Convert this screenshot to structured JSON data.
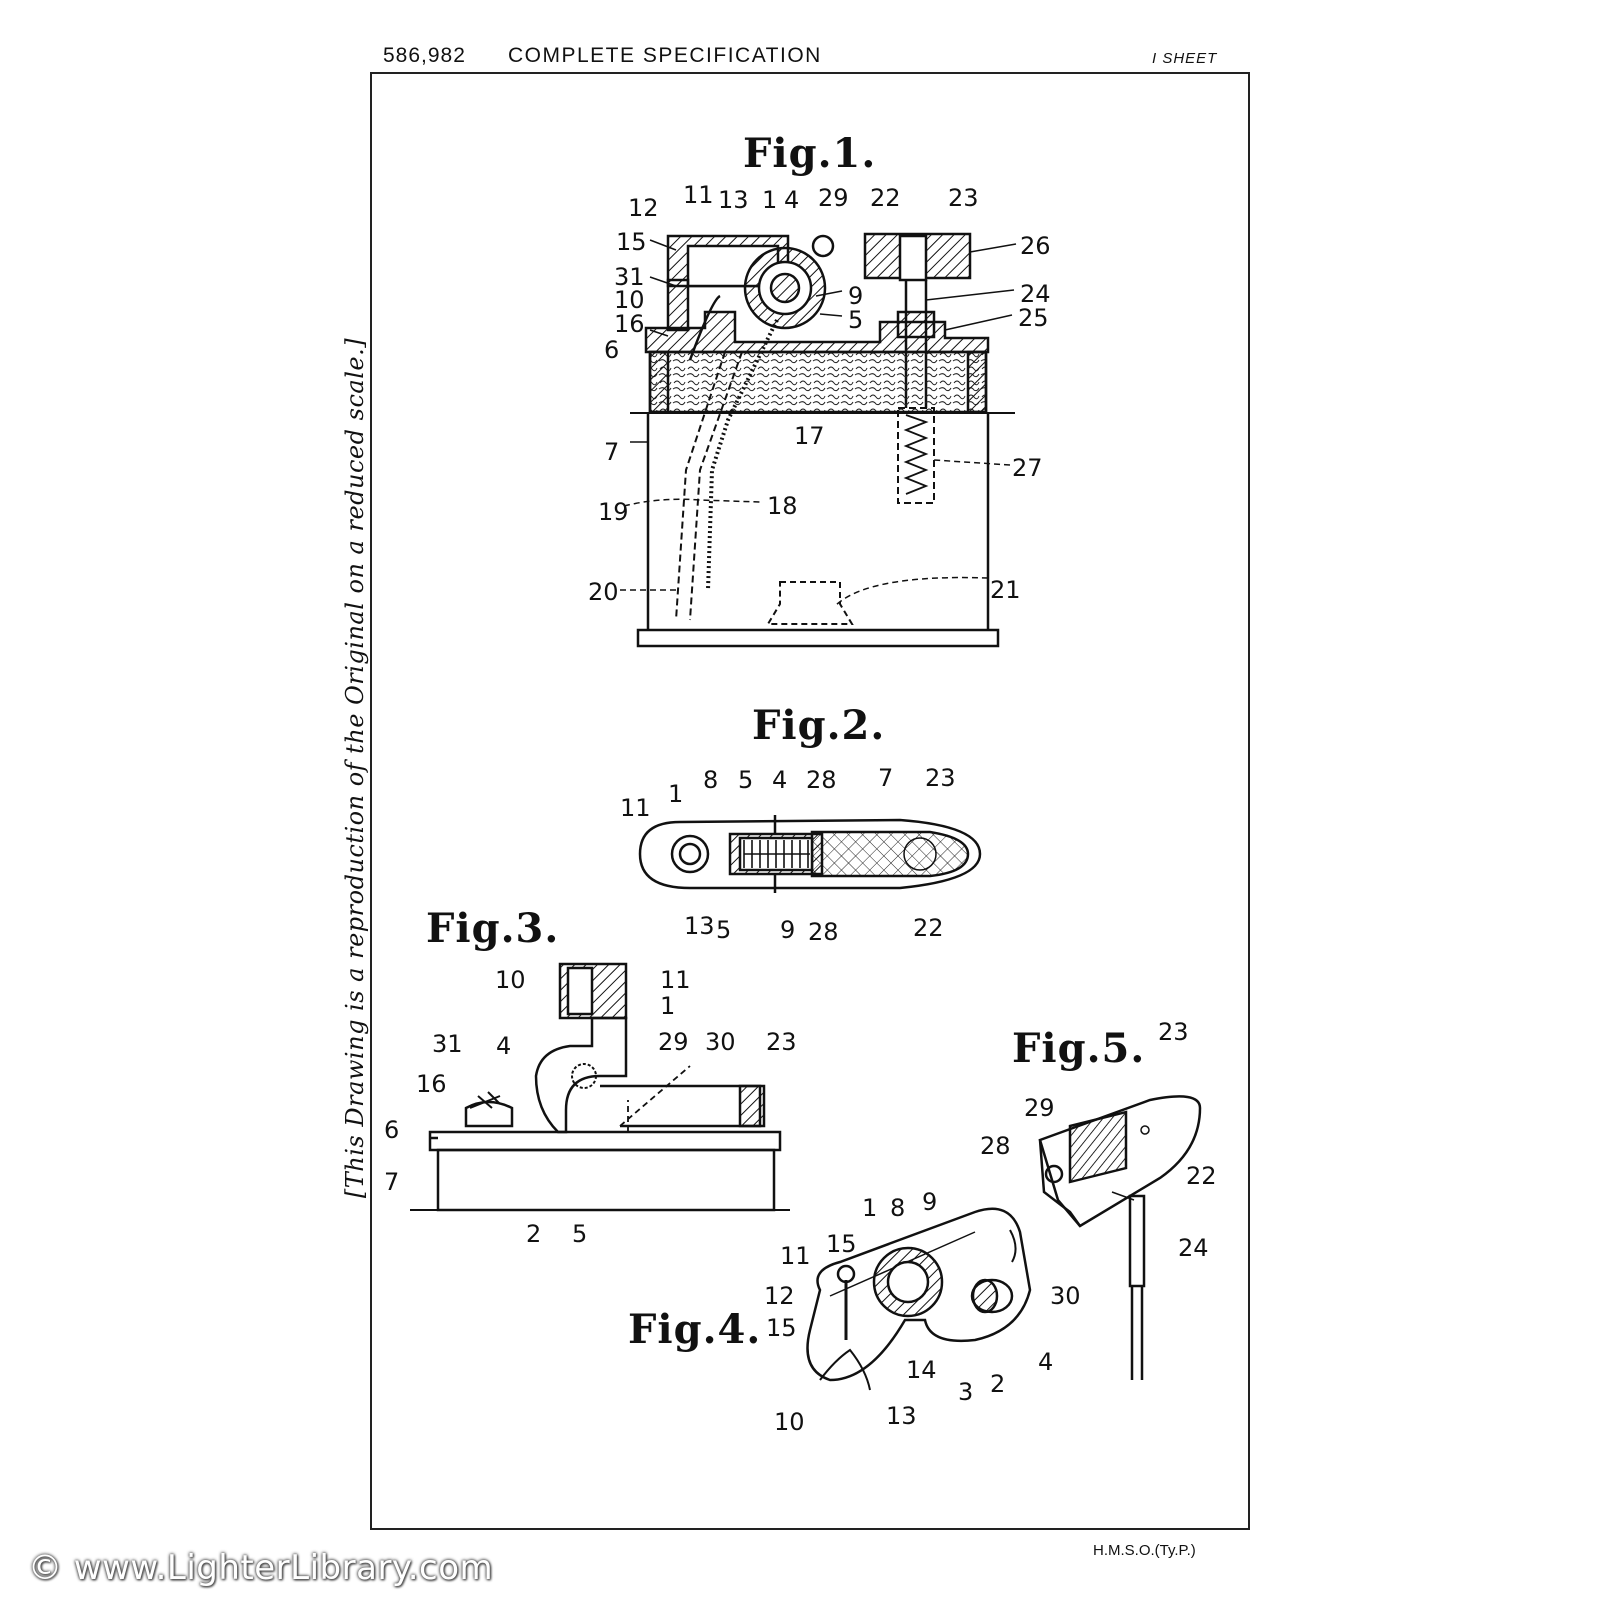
{
  "header": {
    "patent_number": "586,982",
    "title": "COMPLETE SPECIFICATION",
    "sheet": "I SHEET"
  },
  "side_note": "[This Drawing is a reproduction of the Original on a reduced scale.]",
  "figures": {
    "fig1": {
      "title": "Fig.1.",
      "labels": [
        "11",
        "12",
        "13",
        "1",
        "4",
        "29",
        "22",
        "23",
        "15",
        "26",
        "31",
        "10",
        "9",
        "24",
        "16",
        "5",
        "25",
        "6",
        "17",
        "7",
        "27",
        "19",
        "18",
        "20",
        "21"
      ]
    },
    "fig2": {
      "title": "Fig.2.",
      "labels": [
        "8",
        "5",
        "4",
        "28",
        "7",
        "23",
        "11",
        "1",
        "13",
        "5",
        "9",
        "28",
        "22"
      ]
    },
    "fig3": {
      "title": "Fig.3.",
      "labels": [
        "10",
        "11",
        "1",
        "31",
        "4",
        "29",
        "30",
        "23",
        "16",
        "6",
        "7",
        "2",
        "5"
      ]
    },
    "fig4": {
      "title": "Fig.4.",
      "labels": [
        "1",
        "8",
        "9",
        "15",
        "11",
        "12",
        "15",
        "30",
        "14",
        "3",
        "2",
        "4",
        "10",
        "13"
      ]
    },
    "fig5": {
      "title": "Fig.5.",
      "labels": [
        "23",
        "29",
        "28",
        "22",
        "24"
      ]
    }
  },
  "footer": {
    "printer": "H.M.S.O.(Ty.P.)",
    "watermark": "© www.LighterLibrary.com"
  }
}
